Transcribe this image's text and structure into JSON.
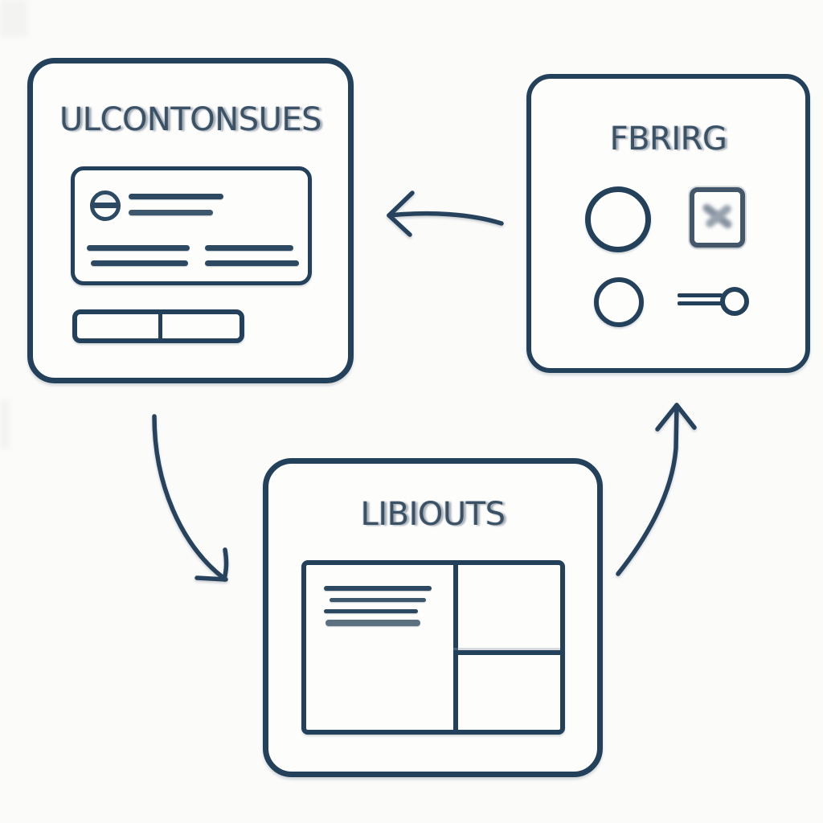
{
  "diagram": {
    "background": "#fbfbfa",
    "stroke_color": "#24415b",
    "ghost_color": "#95a1ab",
    "line_gray": "#5d7080",
    "boxes": {
      "components": {
        "title": "ULCONTONSUES",
        "icons": [
          "avatar-icon",
          "text-line",
          "text-line",
          "text-line",
          "text-line",
          "text-line",
          "text-line",
          "button-bar"
        ]
      },
      "controls": {
        "title": "FBRIRG",
        "icons": [
          "circle-large-icon",
          "checkbox-x-icon",
          "circle-small-icon",
          "slider-icon"
        ]
      },
      "layouts": {
        "title": "LIBIOUTS",
        "icons": [
          "split-layout-icon",
          "text-line",
          "text-line",
          "text-line",
          "text-line"
        ]
      }
    },
    "arrows": [
      {
        "name": "arrow-controls-to-components",
        "direction": "left"
      },
      {
        "name": "arrow-components-to-layouts",
        "direction": "down-right"
      },
      {
        "name": "arrow-layouts-to-controls",
        "direction": "up"
      }
    ]
  }
}
